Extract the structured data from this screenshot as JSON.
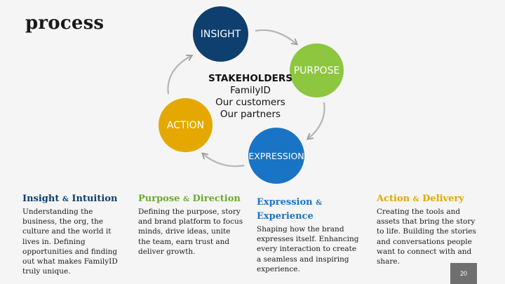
{
  "title": "process",
  "cycle": {
    "insight": "INSIGHT",
    "purpose": "PURPOSE",
    "expression": "EXPRESSION",
    "action": "ACTION",
    "center_heading": "STAKEHOLDERS",
    "center_lines": [
      "FamilyID",
      "Our customers",
      "Our partners"
    ]
  },
  "columns": [
    {
      "heading_a": "Insight ",
      "amp": "&",
      "heading_b": " Intuition",
      "body": "Understanding the business, the org, the culture and the world it lives in.  Defining opportunities and finding out what makes FamilyID truly unique."
    },
    {
      "heading_a": "Purpose ",
      "amp": "&",
      "heading_b": " Direction",
      "body": "Defining the purpose, story and brand platform to focus minds, drive ideas, unite the team, earn trust and deliver growth."
    },
    {
      "heading_a": "Expression ",
      "amp": "&",
      "heading_b": "Experience",
      "body": "Shaping how the brand expresses itself.  Enhancing every interaction to create a seamless and inspiring experience."
    },
    {
      "heading_a": "Action ",
      "amp": "&",
      "heading_b": " Delivery",
      "body": "Creating the tools and assets that bring the story to life.  Building the stories and conversations people want to connect with and share."
    }
  ],
  "colors": {
    "insight": "#0e3f6e",
    "purpose": "#8dc63f",
    "expression": "#1a74c5",
    "action": "#e5a800",
    "arrow": "#9a9a9a"
  },
  "page_number": "20"
}
